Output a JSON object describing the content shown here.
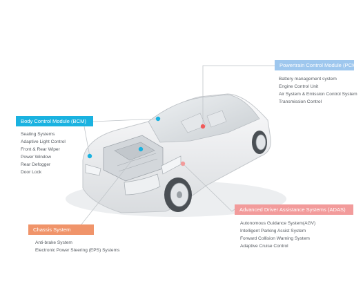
{
  "colors": {
    "pcm": "#9ec7ee",
    "bcm": "#1ab2e0",
    "adas": "#f29b9b",
    "chassis": "#f0946a",
    "connector": "#bfc4c8",
    "text": "#555a60"
  },
  "pcm": {
    "title": "Powertrain Control Module (PCM)",
    "items": [
      "Battery management system",
      "Engine Control Unit",
      "Air System & Emission Control System",
      "Transmission Control"
    ]
  },
  "bcm": {
    "title": "Body Control Module (BCM)",
    "items": [
      "Seating Systems",
      "Adaptive Light Control",
      "Front & Rear Wiper",
      "Power Window",
      "Rear Defogger",
      "Door Lock"
    ]
  },
  "adas": {
    "title": "Advanced Driver Assistance Systems (ADAS)",
    "items": [
      "Autonomous Guidance System(AGV)",
      "Intelligent Parking Assist System",
      "Forward Collision Warning System",
      "Adaptive Cruise Control"
    ]
  },
  "chassis": {
    "title": "Chassis System",
    "items": [
      "Anti-brake System",
      "Electronic Power Steering (EPS) Systems"
    ]
  }
}
